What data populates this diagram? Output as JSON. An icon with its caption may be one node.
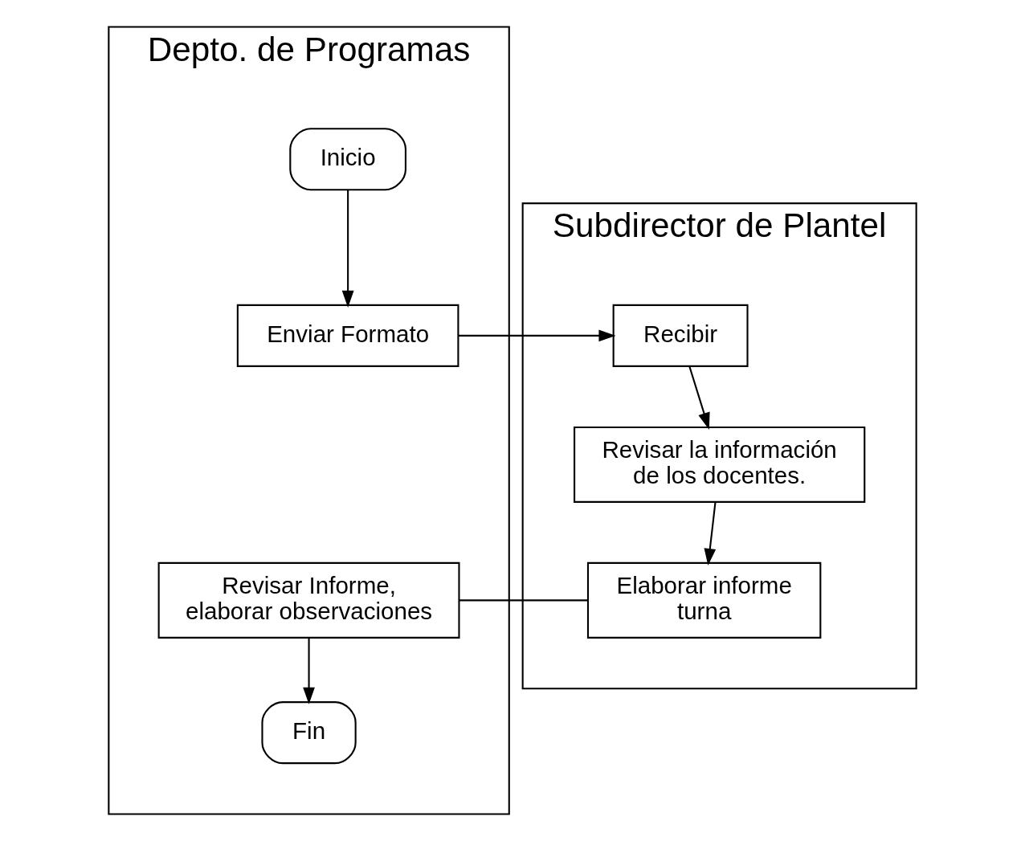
{
  "diagram": {
    "nodes": [
      {
        "text": [
          "Depto. de Programas"
        ]
      },
      {
        "text": [
          "Subdirector de Plantel"
        ]
      },
      {
        "text": [
          "Inicio"
        ],
        "in": 0
      },
      {
        "text": [
          "Enviar Formato"
        ],
        "in": 0
      },
      {
        "text": [
          "Recibir"
        ],
        "in": 1
      },
      {
        "text": [
          "Revisar la información de los docentes."
        ],
        "in": 1
      },
      {
        "text": [
          "Revisar Informe, elaborar observaciones"
        ],
        "in": 0
      },
      {
        "text": [
          "Elaborar informe turna"
        ],
        "in": 1
      },
      {
        "text": [
          "Fin"
        ],
        "in": 0
      }
    ],
    "edges": [
      {
        "from": 2,
        "to": 3,
        "arrow": "to"
      },
      {
        "from": 3,
        "to": 4,
        "arrow": "to"
      },
      {
        "from": 4,
        "to": 5,
        "arrow": "to"
      },
      {
        "from": 5,
        "to": 7,
        "arrow": "to"
      },
      {
        "from": 7,
        "to": 6,
        "arrow": "none"
      },
      {
        "from": 6,
        "to": 8,
        "arrow": "to"
      }
    ]
  }
}
